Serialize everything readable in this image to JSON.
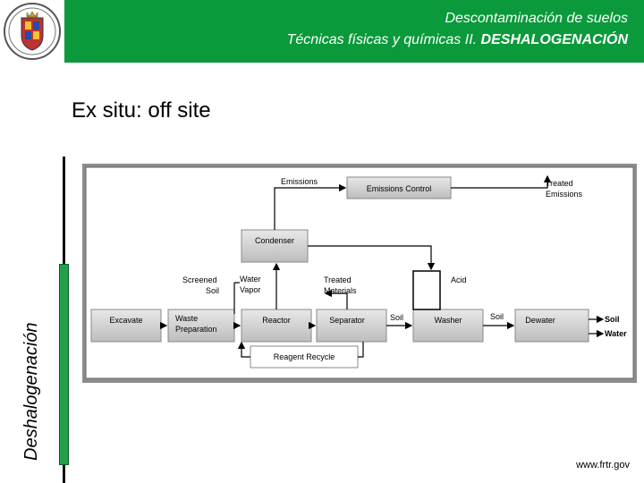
{
  "header": {
    "title_line1": "Descontaminación de suelos",
    "title_line2_prefix": "Técnicas físicas y químicas II.",
    "title_line2_bold": "DESHALOGENACIÓN",
    "accent_color": "#0a9a3b"
  },
  "logo": {
    "name": "university-crest"
  },
  "subtitle": "Ex situ: off site",
  "side_label": "Deshalogenación",
  "credit": "www.frtr.gov",
  "diagram": {
    "boxes": {
      "excavate": "Excavate",
      "waste_prep_1": "Waste",
      "waste_prep_2": "Preparation",
      "reactor": "Reactor",
      "separator": "Separator",
      "washer": "Washer",
      "dewater": "Dewater",
      "condenser": "Condenser",
      "emissions_control": "Emissions Control",
      "reagent_recycle": "Reagent Recycle"
    },
    "labels": {
      "emissions": "Emissions",
      "treated_emissions_1": "Treated",
      "treated_emissions_2": "Emissions",
      "screened_soil_1": "Screened",
      "screened_soil_2": "Soil",
      "water_vapor_1": "Water",
      "water_vapor_2": "Vapor",
      "treated_materials_1": "Treated",
      "treated_materials_2": "Materials",
      "acid": "Acid",
      "soil_1": "Soil",
      "soil_2": "Soil",
      "soil_out": "Soil",
      "water_out": "Water"
    }
  }
}
